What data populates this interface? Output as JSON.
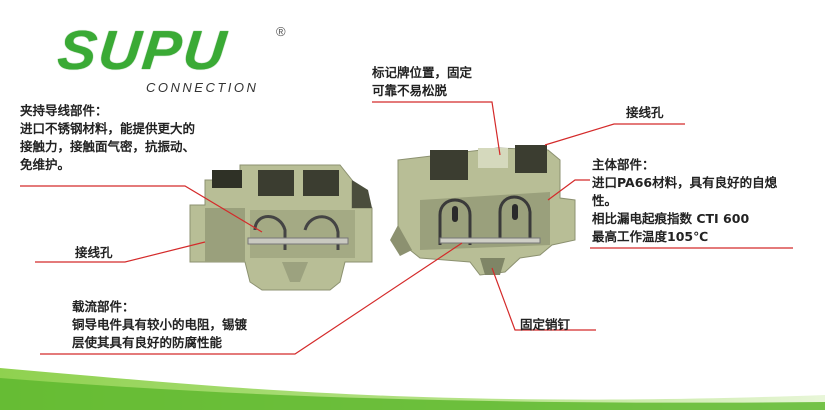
{
  "logo": {
    "name": "SUPU",
    "registered": "®",
    "subtitle": "CONNECTION"
  },
  "annotations": {
    "clamp": {
      "title": "夹持导线部件：",
      "lines": [
        "进口不锈钢材料，能提供更大的",
        "接触力，接触面气密，抗振动、",
        "免维护。"
      ]
    },
    "marker_position": {
      "lines": [
        "标记牌位置，固定",
        "可靠不易松脱"
      ]
    },
    "wire_hole_left": {
      "text": "接线孔"
    },
    "wire_hole_right": {
      "text": "接线孔"
    },
    "body": {
      "title": "主体部件：",
      "lines": [
        "进口PA66材料，具有良好的自熄",
        "性。",
        "相比漏电起痕指数 CTI 600",
        "最高工作温度105℃"
      ]
    },
    "current": {
      "title": "载流部件：",
      "lines": [
        "铜导电件具有较小的电阻，锡镀",
        "层使其具有良好的防腐性能"
      ]
    },
    "fixing_pin": {
      "text": "固定销钉"
    }
  },
  "colors": {
    "brand_green": "#3aaa35",
    "leader_red": "#d42a2a",
    "housing": "#b9bf98",
    "housing_dark": "#8c9170",
    "wave_green": "#7cc242"
  }
}
